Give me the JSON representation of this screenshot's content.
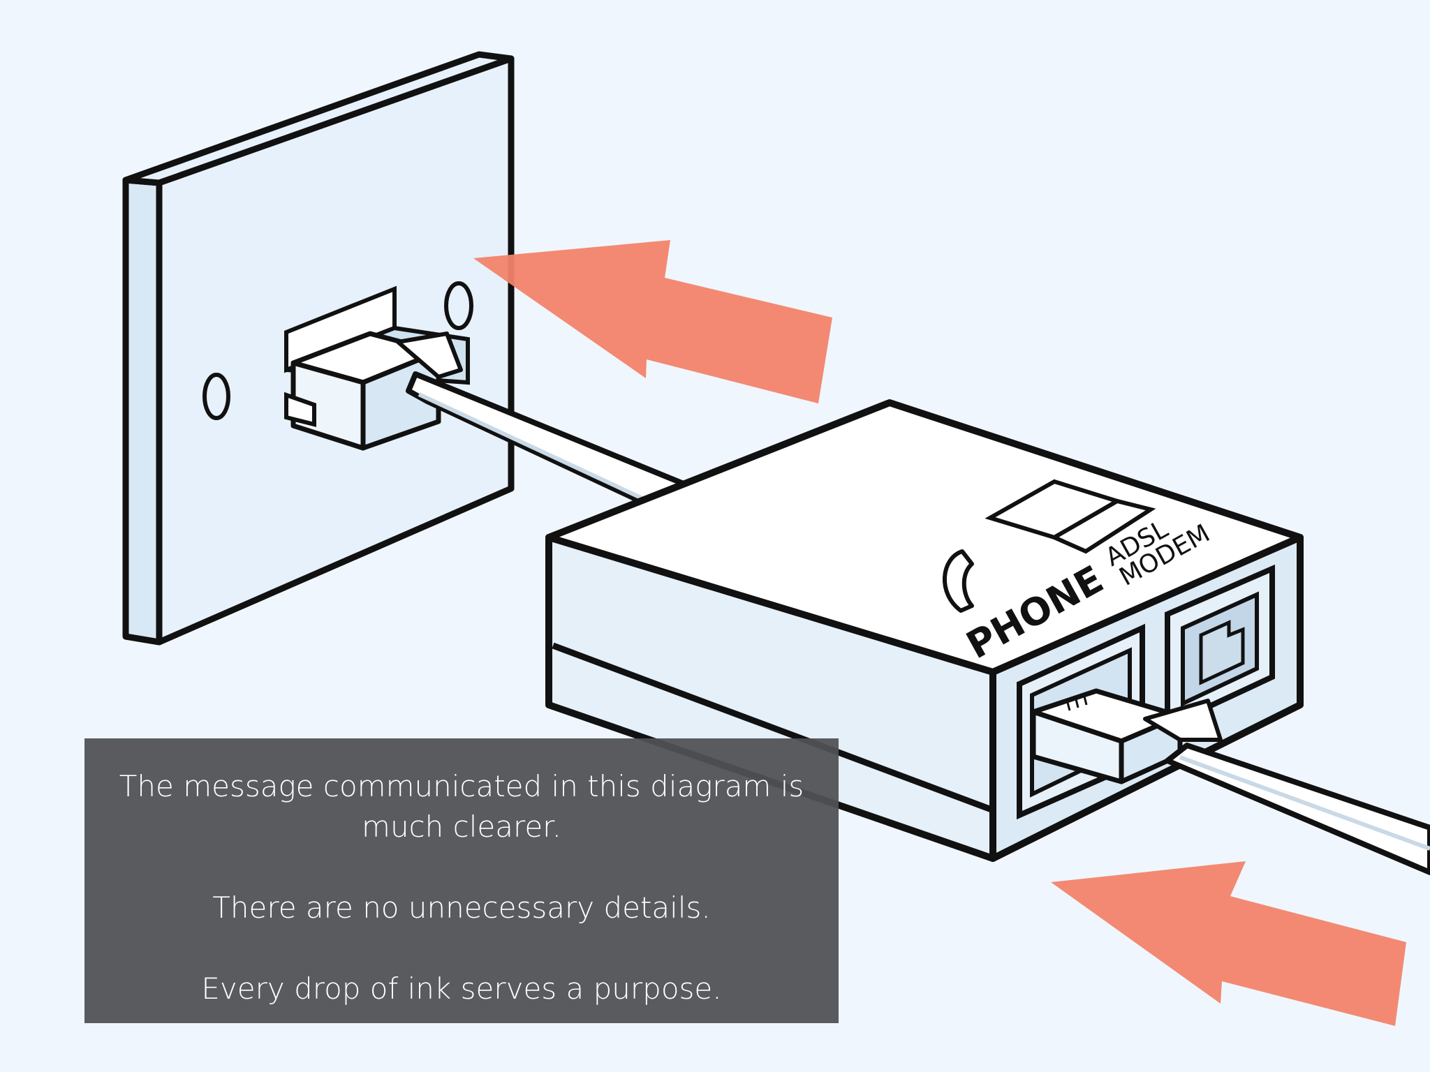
{
  "labels": {
    "phone_port": "PHONE",
    "adsl_line1": "ADSL",
    "adsl_line2": "MODEM"
  },
  "caption": {
    "line1": "The message communicated in this diagram is much clearer.",
    "line2": "There are no unnecessary details.",
    "line3": "Every drop of ink serves a purpose."
  },
  "icons": {
    "phone": "phone-handset-icon",
    "modem": "modem-icon"
  },
  "colors": {
    "background": "#f0f6fd",
    "arrow": "#f2836a",
    "device_fill": "#ffffff",
    "device_side": "#e4eff8",
    "outline": "#111111",
    "caption_bg": "#505154"
  }
}
